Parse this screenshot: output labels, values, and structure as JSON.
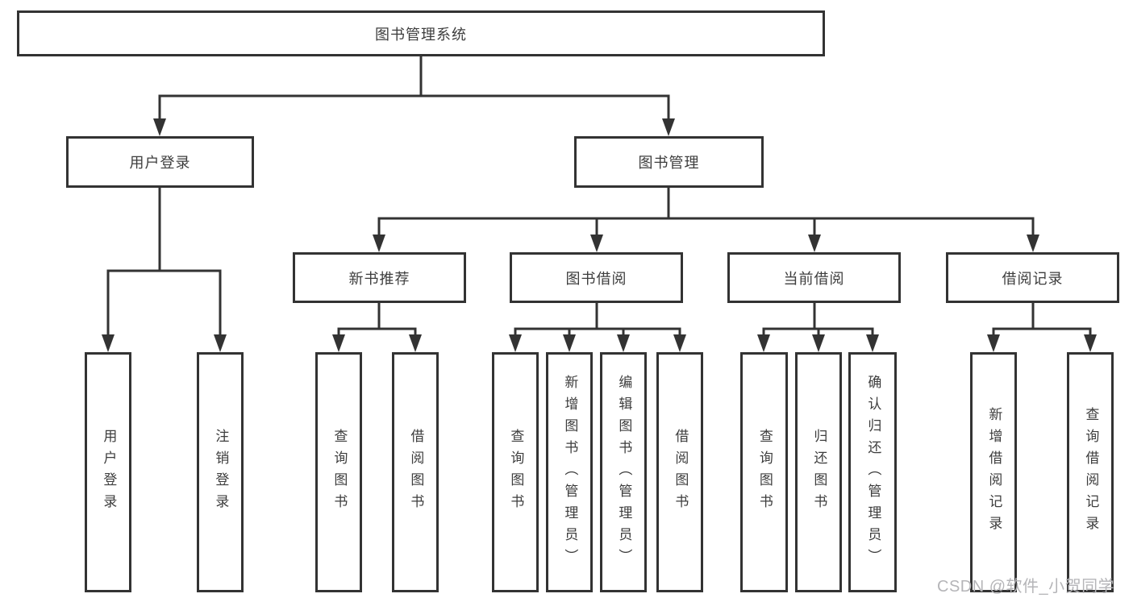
{
  "colors": {
    "line": "#333333",
    "node_border": "#333333",
    "node_text": "#3d3d3d",
    "background": "#ffffff",
    "watermark_text_color": "#b5b5b8"
  },
  "watermark": "CSDN @软件_小贺同学",
  "nodes": {
    "root": "图书管理系统",
    "user_login": "用户登录",
    "book_mgmt": "图书管理",
    "new_book_rec": "新书推荐",
    "book_borrow": "图书借阅",
    "current_borrow": "当前借阅",
    "borrow_record": "借阅记录",
    "user_login_leaf": "用户登录",
    "logout_leaf": "注销登录",
    "nbr_query_book": "查询图书",
    "nbr_borrow_book": "借阅图书",
    "bb_query_book": "查询图书",
    "bb_add_book": "新增图书（管理员）",
    "bb_edit_book": "编辑图书（管理员）",
    "bb_borrow_book": "借阅图书",
    "cb_query_book": "查询图书",
    "cb_return_book": "归还图书",
    "cb_confirm_return": "确认归还（管理员）",
    "br_add_record": "新增借阅记录",
    "br_query_record": "查询借阅记录"
  },
  "hierarchy": {
    "图书管理系统": {
      "用户登录": [
        "用户登录",
        "注销登录"
      ],
      "图书管理": {
        "新书推荐": [
          "查询图书",
          "借阅图书"
        ],
        "图书借阅": [
          "查询图书",
          "新增图书（管理员）",
          "编辑图书（管理员）",
          "借阅图书"
        ],
        "当前借阅": [
          "查询图书",
          "归还图书",
          "确认归还（管理员）"
        ],
        "借阅记录": [
          "新增借阅记录",
          "查询借阅记录"
        ]
      }
    }
  }
}
